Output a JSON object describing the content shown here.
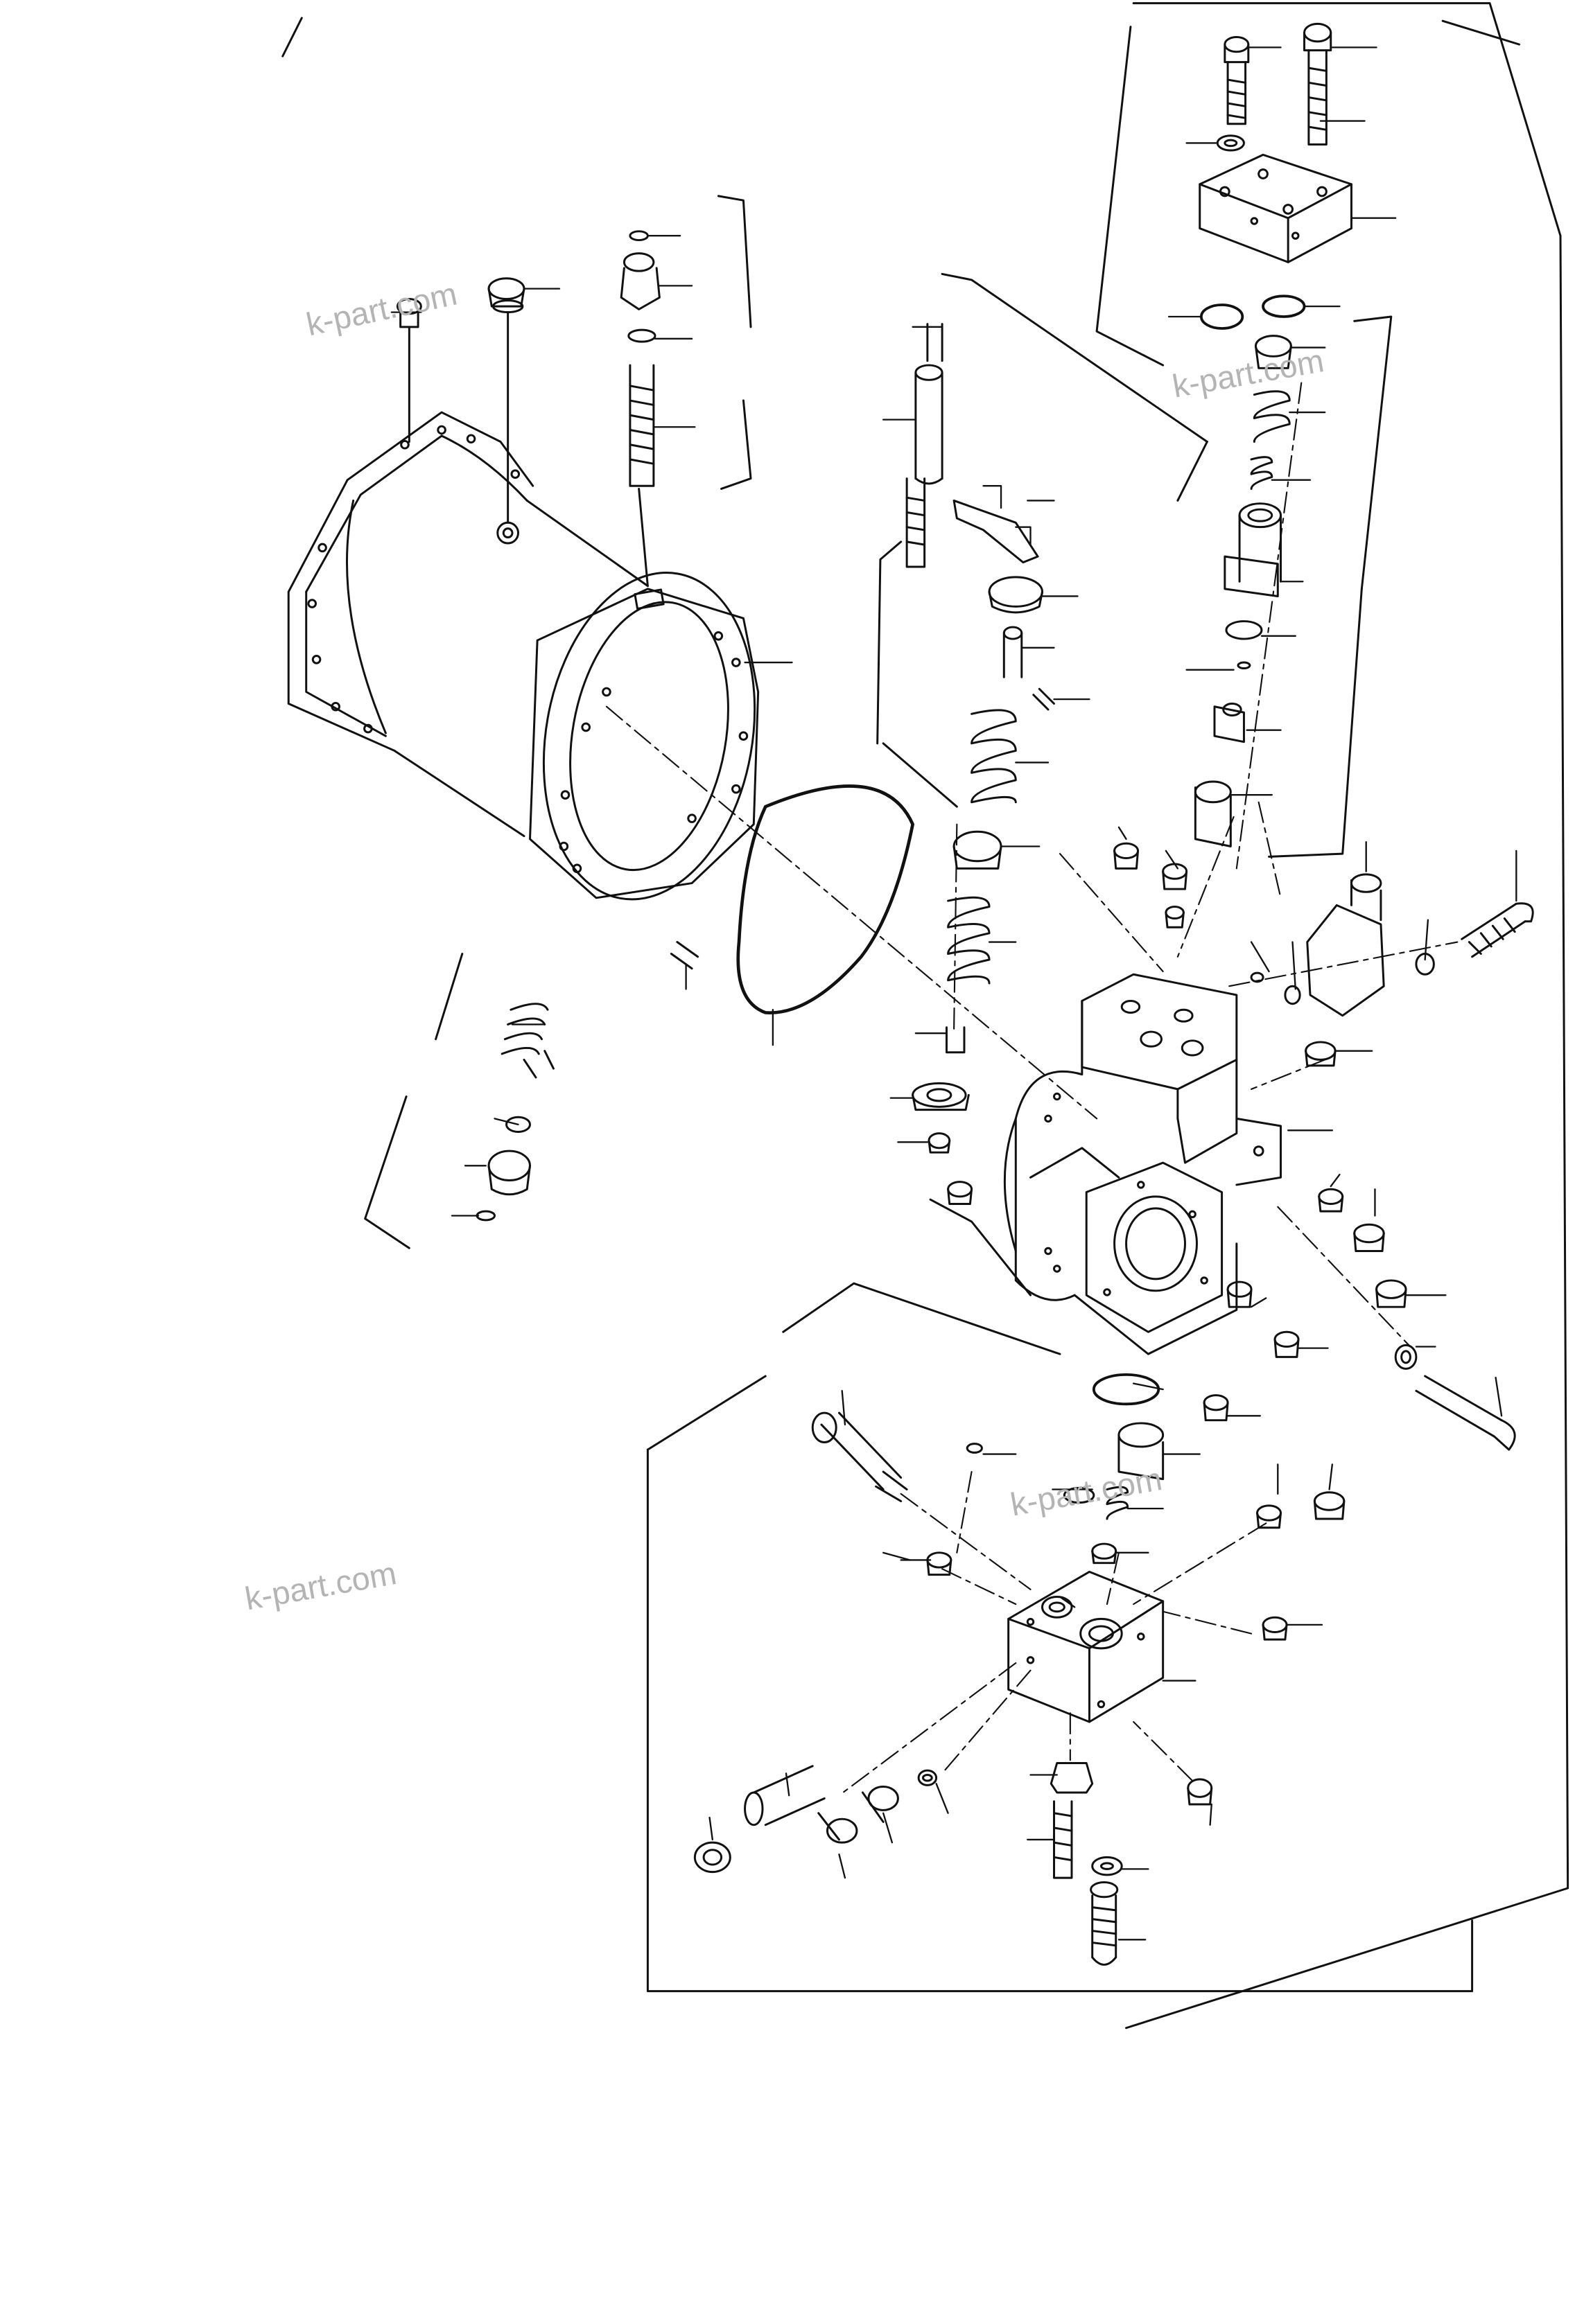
{
  "watermarks": [
    "k-part.com",
    "k-part.com",
    "k-part.com",
    "k-part.com"
  ],
  "diagram": {
    "kind": "exploded-parts-view",
    "line_color": "#111111",
    "background": "#ffffff",
    "callout_count": 95
  }
}
